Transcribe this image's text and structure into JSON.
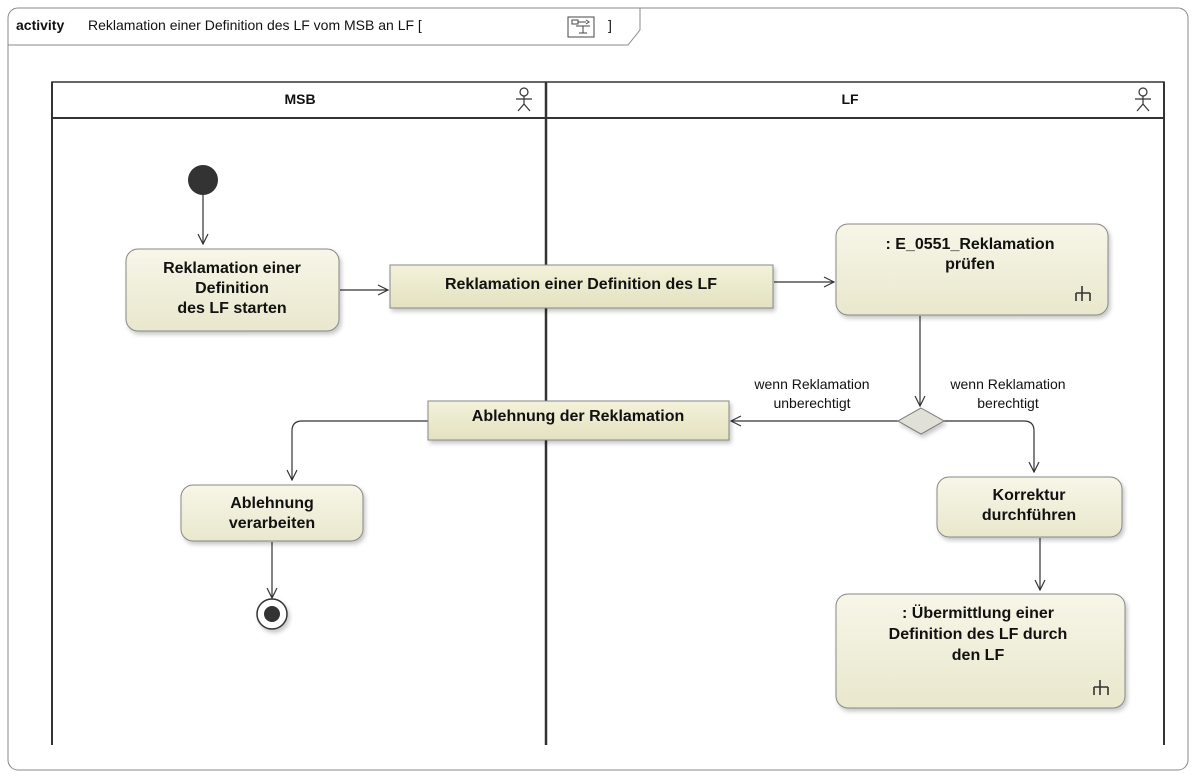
{
  "frame": {
    "keyword": "activity",
    "title": "Reklamation einer Definition des LF vom MSB an LF [",
    "title_suffix": "]"
  },
  "lanes": [
    {
      "name": "MSB"
    },
    {
      "name": "LF"
    }
  ],
  "actions": {
    "start_reklamation": [
      "Reklamation einer",
      "Definition",
      "des LF starten"
    ],
    "pruefen": [
      ": E_0551_Reklamation",
      "prüfen"
    ],
    "ablehnung_verarbeiten": [
      "Ablehnung",
      "verarbeiten"
    ],
    "korrektur": [
      "Korrektur",
      "durchführen"
    ],
    "uebermittlung": [
      ": Übermittlung einer",
      "Definition des LF durch",
      "den LF"
    ]
  },
  "objects": {
    "reklamation": "Reklamation einer Definition des LF",
    "ablehnung": "Ablehnung der Reklamation"
  },
  "guards": {
    "unberechtigt": [
      "wenn Reklamation",
      "unberechtigt"
    ],
    "berechtigt": [
      "wenn Reklamation",
      "berechtigt"
    ]
  },
  "colors": {
    "action_fill": "#f0eed8",
    "object_fill": "#ecebc9",
    "decision_fill": "#dcdcd0",
    "stroke": "#555555",
    "node_dark": "#333333"
  }
}
